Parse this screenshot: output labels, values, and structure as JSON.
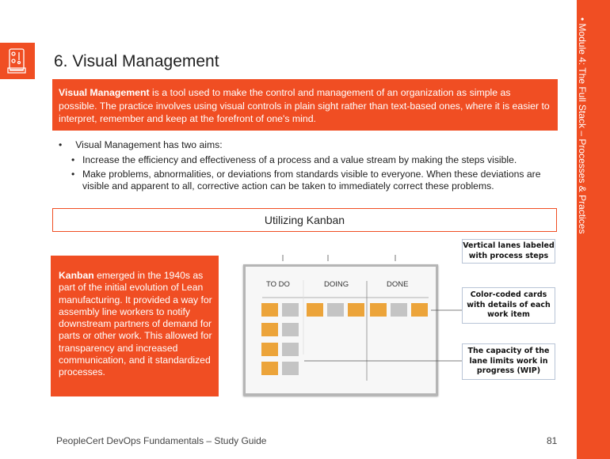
{
  "sidebar": {
    "text": "Module 4: The Full Stack – Processes & Practices",
    "icon": "book-process-icon"
  },
  "title": "6. Visual Management",
  "intro": {
    "bold": "Visual Management",
    "text": " is a tool used to make the control and management of an organization as simple as possible. The practice involves using visual controls in plain sight rather than text-based ones, where it is easier to interpret, remember and keep at the forefront of one's mind."
  },
  "bullets": {
    "main": "Visual Management has two aims:",
    "sub": [
      "Increase the efficiency and effectiveness of a process and a value stream by making the steps visible.",
      "Make problems, abnormalities, or deviations from standards visible to everyone. When these deviations are visible and apparent to all, corrective action can be taken to immediately correct these problems."
    ]
  },
  "kanban_header": "Utilizing Kanban",
  "kanban_box": {
    "bold": "Kanban",
    "text": " emerged in the 1940s as part of the initial evolution of Lean manufacturing. It provided a way for assembly line workers to notify downstream partners of demand for parts or other work. This allowed for transparency and increased communication, and it standardized processes."
  },
  "board": {
    "columns": [
      "TO DO",
      "DOING",
      "DONE"
    ],
    "colors": {
      "orange": "#eca43a",
      "gray": "#c4c4c4"
    }
  },
  "callouts": [
    "Vertical lanes labeled with process steps",
    "Color-coded cards with details of each work item",
    "The capacity of the lane limits work in progress (WIP)"
  ],
  "footer": {
    "text": "PeopleCert DevOps Fundamentals  – Study Guide",
    "page": "81"
  }
}
